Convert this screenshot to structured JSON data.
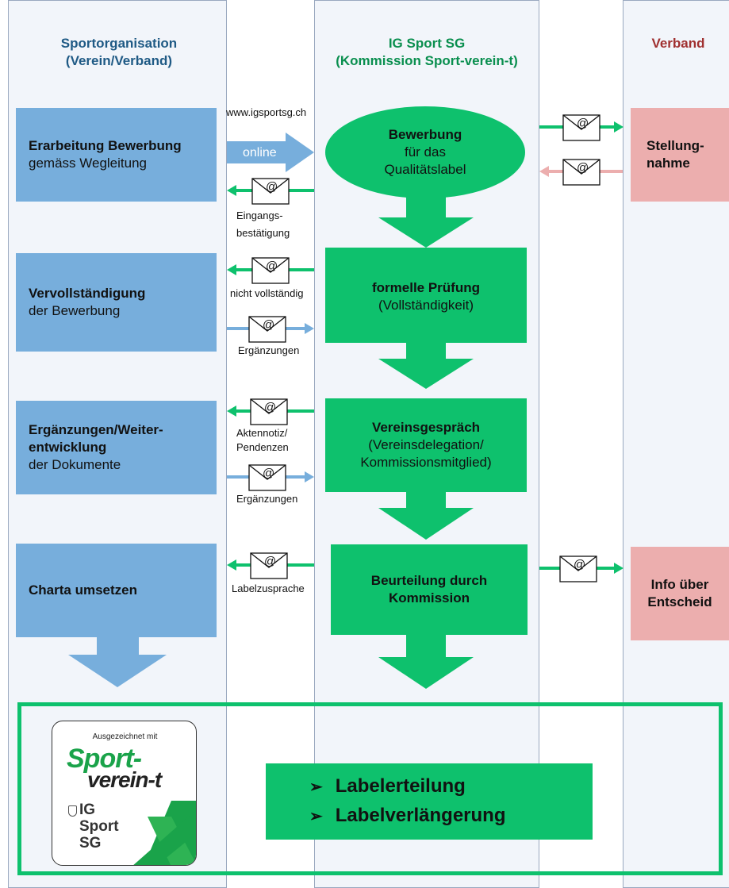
{
  "lanes": {
    "left": {
      "line1": "Sportorganisation",
      "line2": "(Verein/Verband)",
      "color": "#1f5a85"
    },
    "middle": {
      "line1": "IG Sport SG",
      "line2": "(Kommission Sport-verein-t)",
      "color": "#0a8f4f"
    },
    "right": {
      "line1": "Verband",
      "color": "#a03030"
    }
  },
  "left_boxes": {
    "b1": {
      "title": "Erarbeitung Bewerbung",
      "sub": "gemäss Wegleitung"
    },
    "b2": {
      "title": "Vervollständigung",
      "sub": "der Bewerbung"
    },
    "b3": {
      "title1": "Ergänzungen/Weiter-",
      "title2": "entwicklung",
      "sub": "der Dokumente"
    },
    "b4": {
      "title": "Charta umsetzen"
    }
  },
  "middle_boxes": {
    "ellipse": {
      "title": "Bewerbung",
      "line2": "für das",
      "line3": "Qualitätslabel"
    },
    "m2": {
      "title": "formelle Prüfung",
      "sub": "(Vollständigkeit)"
    },
    "m3": {
      "title": "Vereinsgespräch",
      "sub1": "(Vereinsdelegation/",
      "sub2": "Kommissionsmitglied)"
    },
    "m4": {
      "title1": "Beurteilung durch",
      "title2": "Kommission"
    }
  },
  "right_boxes": {
    "r1": {
      "line1": "Stellung-",
      "line2": "nahme"
    },
    "r2": {
      "line1": "Info über",
      "line2": "Entscheid"
    }
  },
  "connectors": {
    "url": "www.igsportsg.ch",
    "online": "online",
    "eingang1": "Eingangs-",
    "eingang2": "bestätigung",
    "nicht_vollstaendig": "nicht vollständig",
    "ergaenzungen1": "Ergänzungen",
    "aktennotiz1": "Aktennotiz/",
    "aktennotiz2": "Pendenzen",
    "ergaenzungen2": "Ergänzungen",
    "labelzusprache": "Labelzusprache",
    "mail_symbol": "@"
  },
  "result": {
    "items": [
      "Labelerteilung",
      "Labelverlängerung"
    ],
    "bullet_symbol": "➢"
  },
  "logo": {
    "top": "Ausgezeichnet mit",
    "word1": "Sport-",
    "word2": "verein-t",
    "ig": "IG",
    "sport": "Sport",
    "sg": "SG"
  },
  "colors": {
    "blue": "#77aedc",
    "green": "#0ec16d",
    "pink": "#ecaeae",
    "lane_bg": "#f2f5fa"
  }
}
